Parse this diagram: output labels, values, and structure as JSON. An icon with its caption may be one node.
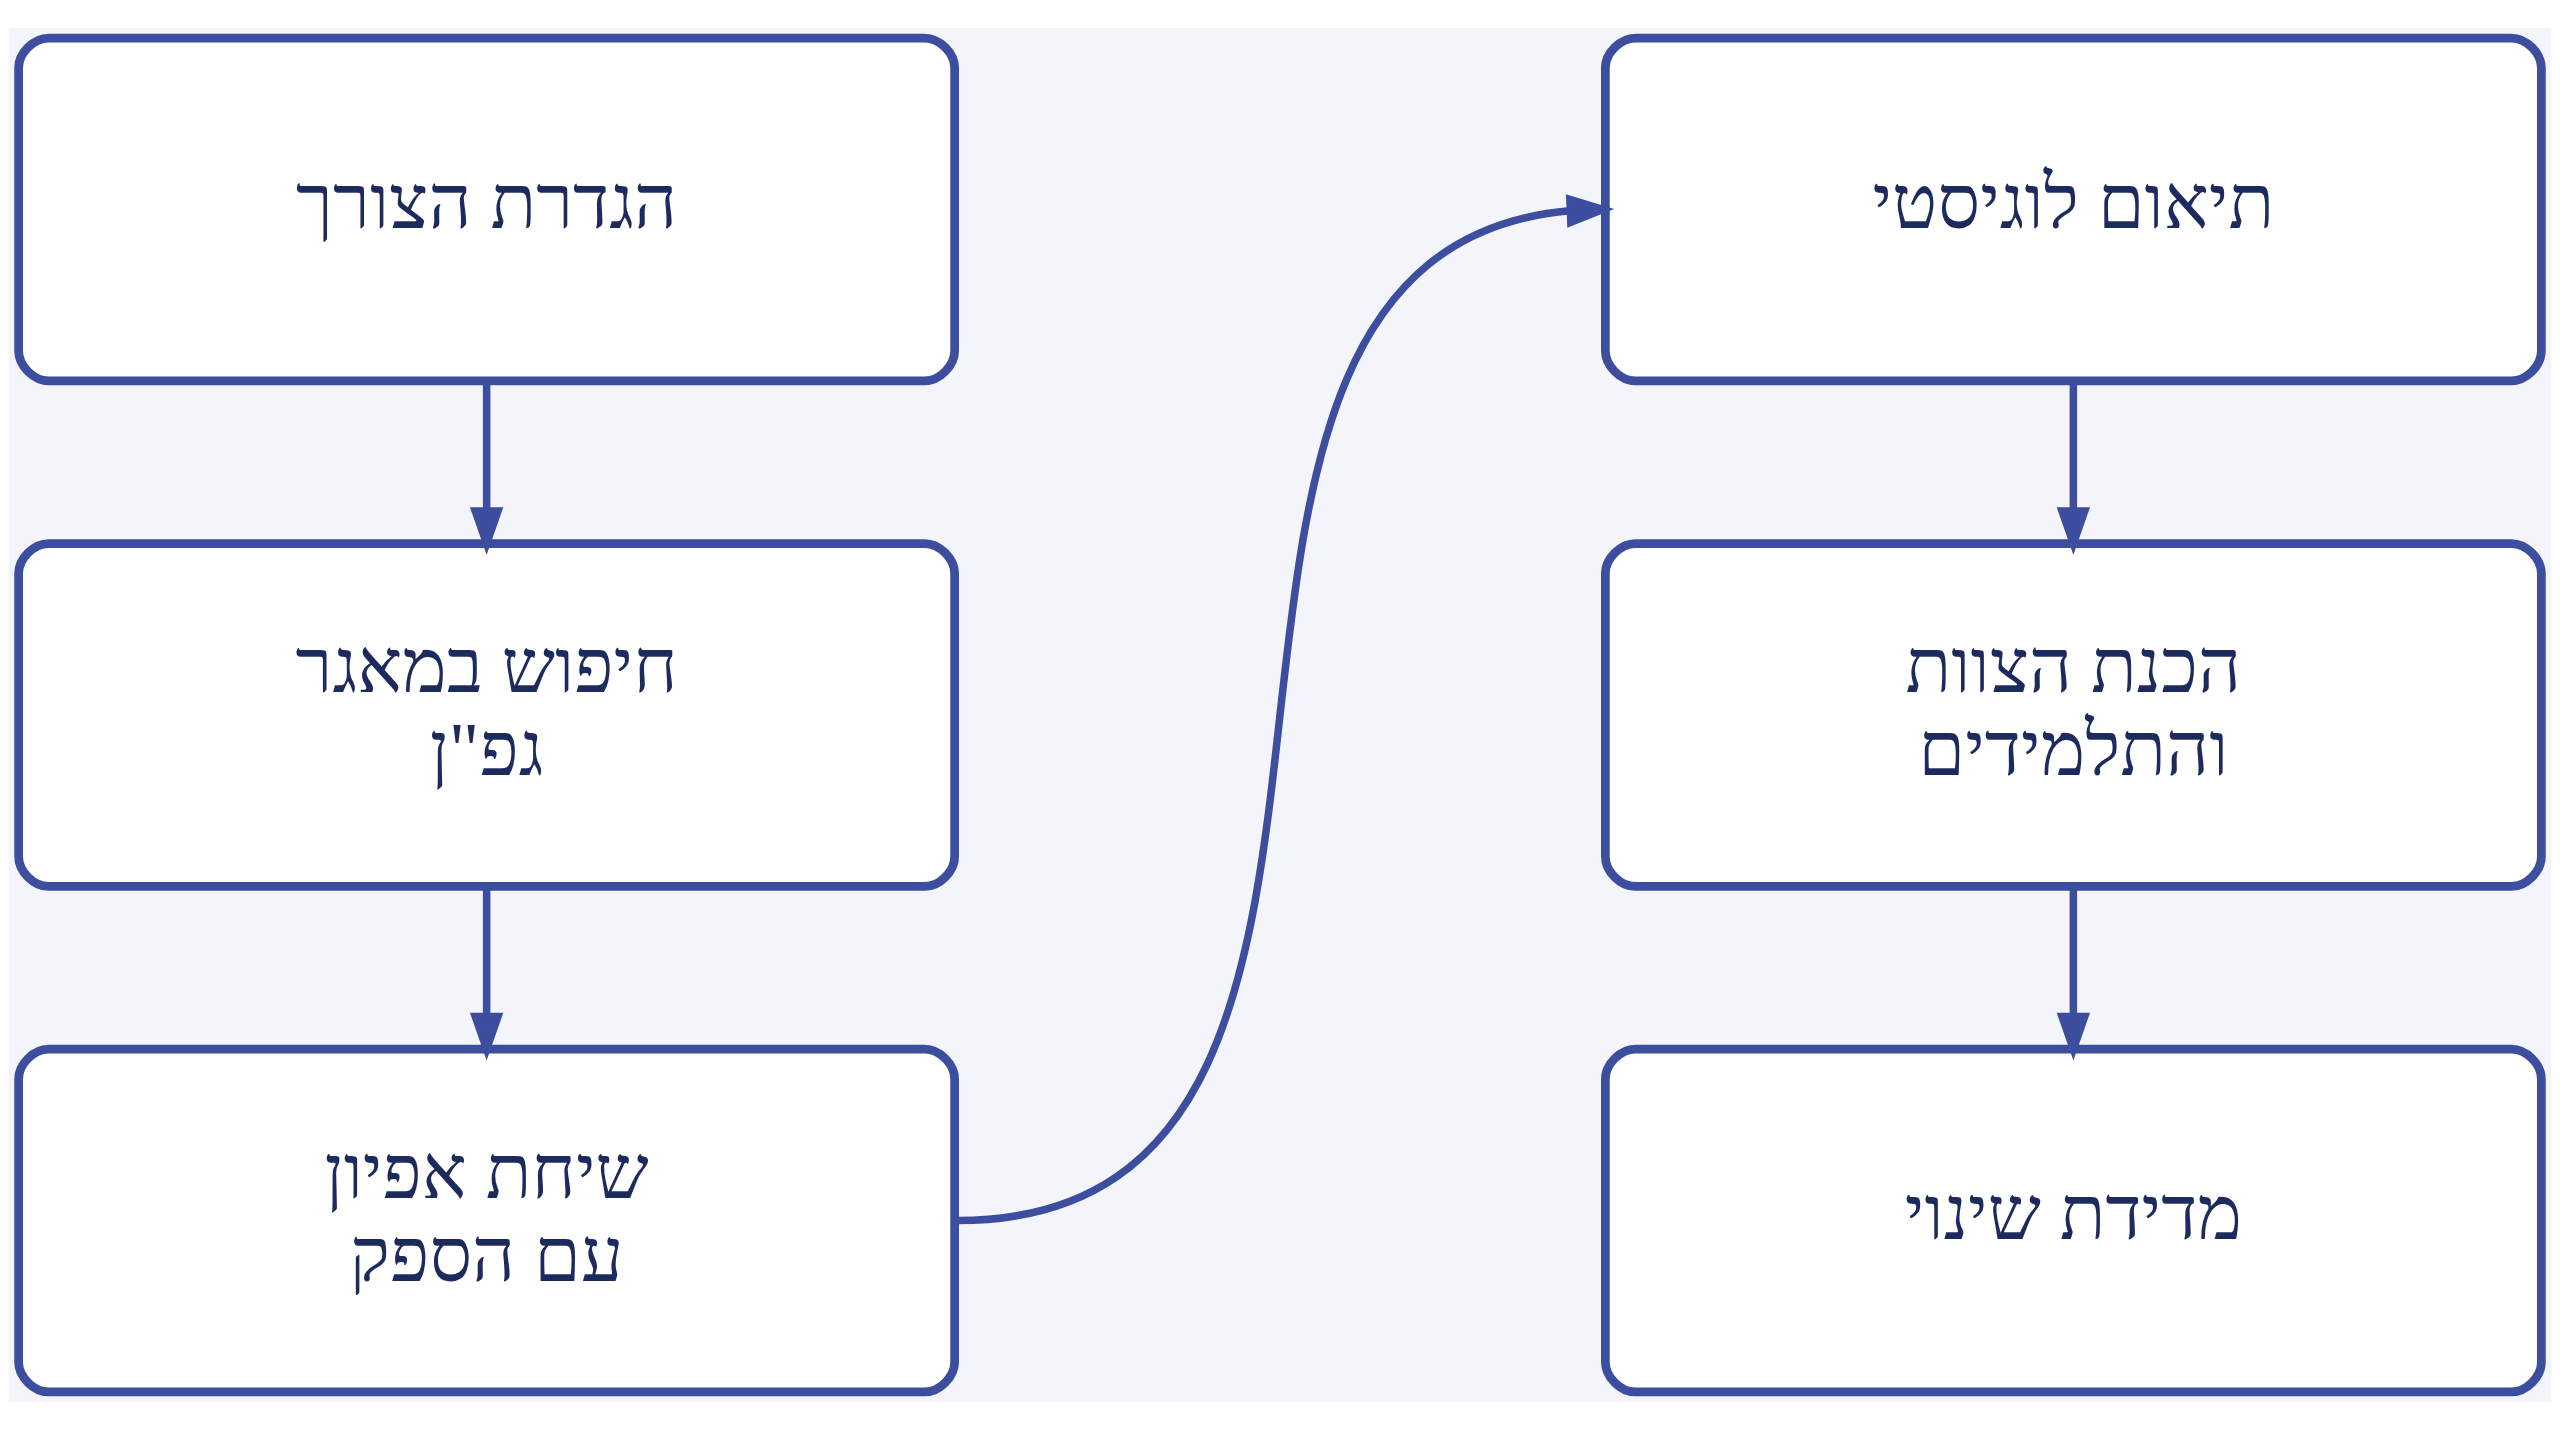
{
  "diagram": {
    "nodes": [
      {
        "text": [
          "הגדרת הצורך"
        ]
      },
      {
        "text": [
          "חיפוש במאגר גפ\"ן"
        ]
      },
      {
        "text": [
          "שיחת אפיון עם הספק"
        ]
      },
      {
        "text": [
          "תיאום לוגיסטי"
        ]
      },
      {
        "text": [
          "הכנת הצוות והתלמידים"
        ]
      },
      {
        "text": [
          "מדידת שינוי"
        ]
      }
    ],
    "edges": [
      {
        "from": 0,
        "to": 1,
        "arrow": "to"
      },
      {
        "from": 1,
        "to": 2,
        "arrow": "to"
      },
      {
        "from": 2,
        "to": 3,
        "arrow": "to"
      },
      {
        "from": 3,
        "to": 4,
        "arrow": "to"
      },
      {
        "from": 4,
        "to": 5,
        "arrow": "to"
      }
    ]
  }
}
